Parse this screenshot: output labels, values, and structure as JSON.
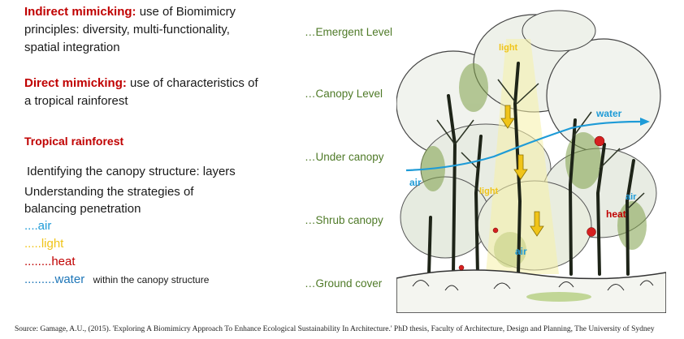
{
  "left": {
    "indirect_heading": "Indirect mimicking:",
    "indirect_line1": " use of Biomimicry",
    "indirect_line2": "principles: diversity, multi-functionality,",
    "indirect_line3": "spatial integration",
    "direct_heading": "Direct mimicking:",
    "direct_line1": " use of characteristics of",
    "direct_line2": "a tropical rainforest",
    "rainforest_heading": "Tropical rainforest",
    "identify_line": "Identifying the canopy structure: layers",
    "understand_line1": "Understanding the strategies of",
    "understand_line2": "balancing penetration",
    "list": {
      "air": "....air",
      "light": ".....light",
      "heat": "........heat",
      "water": ".........water",
      "water_suffix": "within the canopy structure"
    }
  },
  "levels": [
    "…Emergent Level",
    "…Canopy Level",
    "…Under canopy",
    "…Shrub canopy",
    "…Ground cover"
  ],
  "sketch_labels": {
    "light_top": "light",
    "water": "water",
    "air_left": "air",
    "light_mid": "light",
    "air_right": "air",
    "heat": "heat",
    "air_bottom": "air"
  },
  "source": "Source: Gamage, A.U., (2015). 'Exploring A Biomimicry Approach To Enhance Ecological Sustainability In Architecture.' PhD thesis, Faculty of Architecture, Design and Planning, The University of Sydney",
  "colors": {
    "heading_red": "#c00000",
    "level_green": "#4f7a28",
    "air_blue": "#1e9bd7",
    "light_yellow": "#f0c419",
    "heat_red": "#c00000",
    "water_blue": "#1e76b8"
  }
}
